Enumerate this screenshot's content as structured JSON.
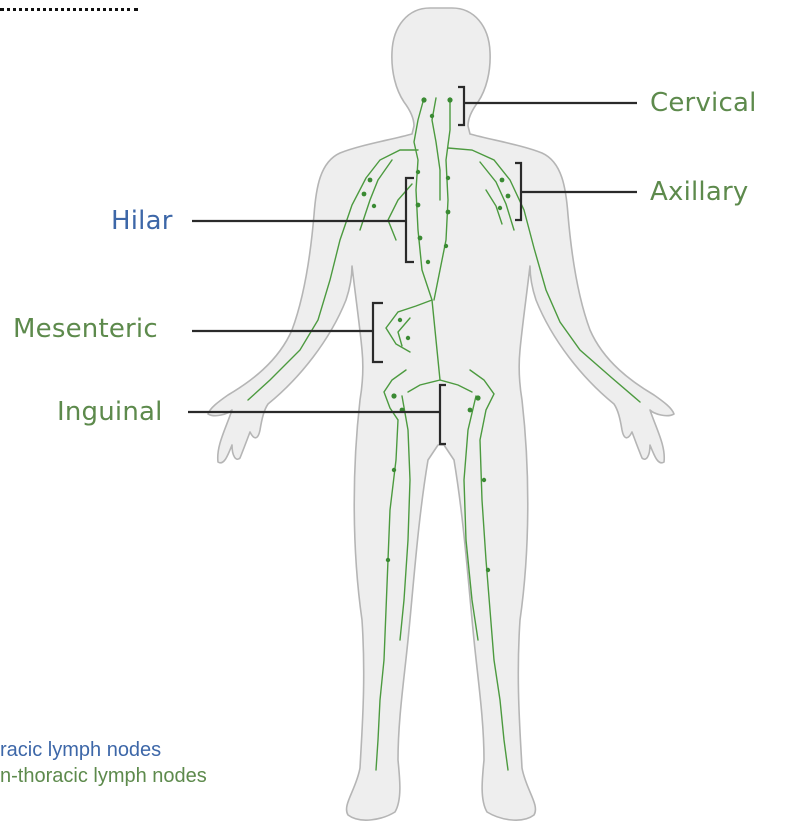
{
  "colors": {
    "thoracic": "#3d67a8",
    "non_thoracic": "#5d8a4c",
    "vessel": "#4c9a3f",
    "body_fill": "#eeeeee",
    "body_stroke": "#b5b5b5",
    "bracket": "#2a2a2a"
  },
  "labels": {
    "cervical": "Cervical",
    "axillary": "Axillary",
    "hilar": "Hilar",
    "mesenteric": "Mesenteric",
    "inguinal": "Inguinal"
  },
  "legend": {
    "thoracic": "racic lymph nodes",
    "non_thoracic": "n-thoracic lymph nodes"
  },
  "figure": {
    "subject": "human-body-silhouette-front",
    "node_groups": [
      "cervical",
      "axillary",
      "hilar",
      "mesenteric",
      "inguinal"
    ]
  }
}
